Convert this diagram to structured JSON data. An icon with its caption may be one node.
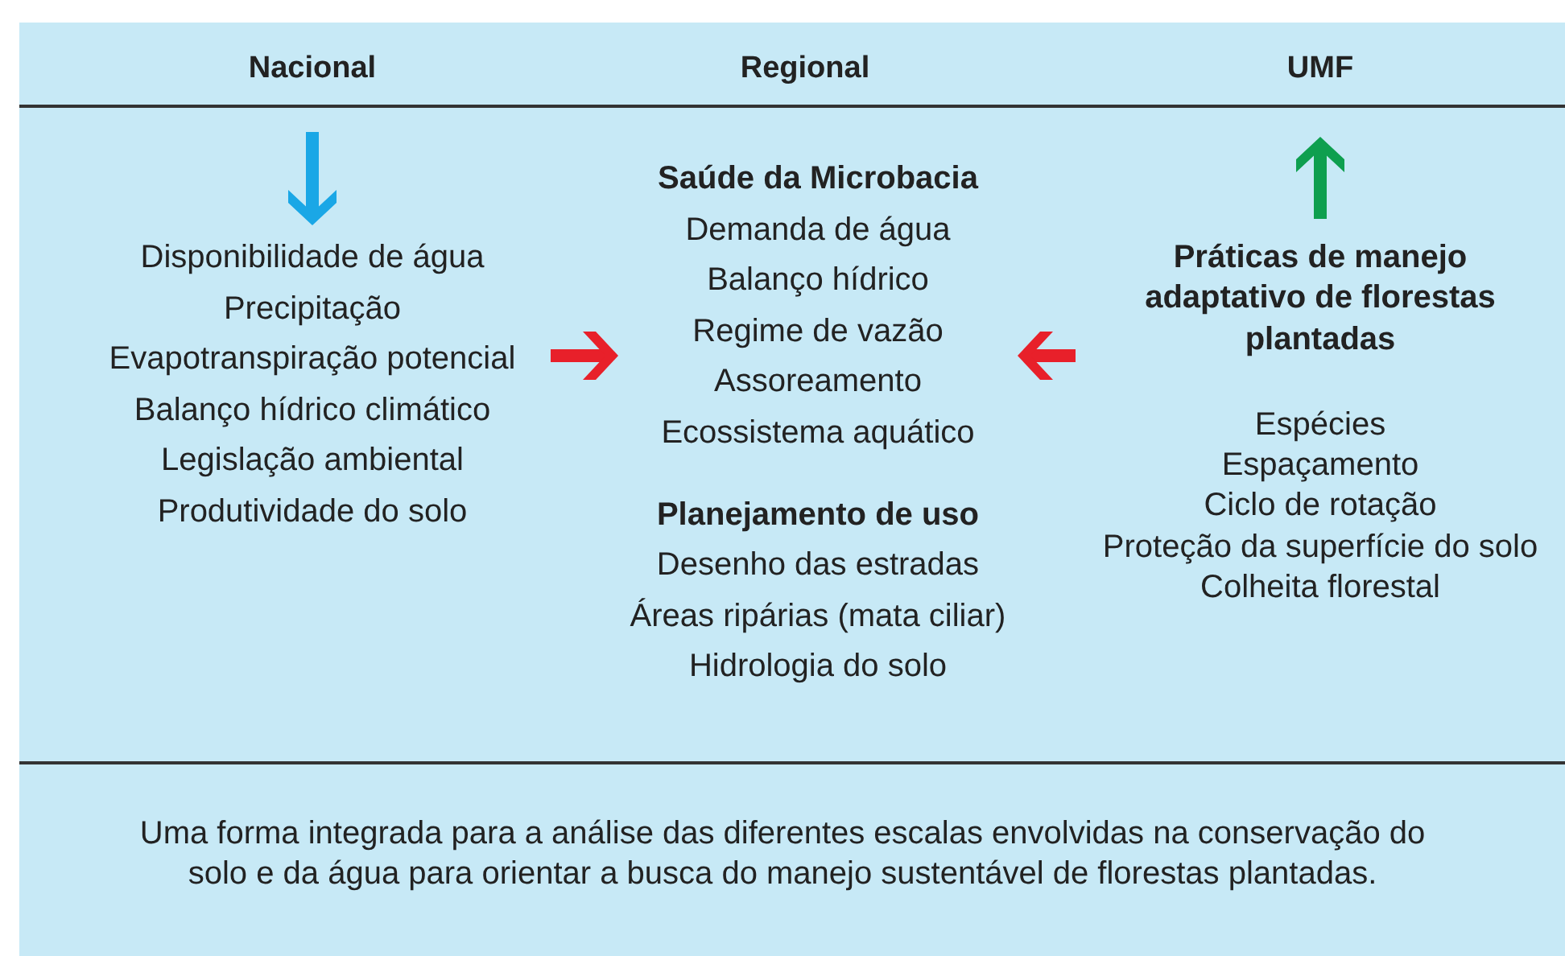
{
  "diagram": {
    "caption": "Uma forma integrada para a análise das diferentes escalas envolvidas na conservação do solo e da água para orientar a busca do manejo sustentável de florestas plantadas.",
    "nodes": [
      {
        "text": [
          "Disponibilidade de água",
          "Precipitação",
          "Evapotranspiração potencial",
          "Balanço hídrico climático",
          "Legislação ambiental",
          "Produtividade do solo"
        ]
      },
      {
        "text": [
          "Saúde da Microbacia",
          "Demanda de água",
          "Balanço hídrico",
          "Regime de vazão",
          "Assoreamento",
          "Ecossistema aquático",
          "Planejamento de uso",
          "Desenho das estradas",
          "Áreas ripárias (mata ciliar)",
          "Hidrologia do solo"
        ]
      },
      {
        "text": [
          "Práticas de manejo adaptativo de florestas plantadas",
          "Espécies",
          "Espaçamento",
          "Ciclo de rotação",
          "Proteção da superfície do solo",
          "Colheita florestal"
        ]
      }
    ],
    "edges": [
      {
        "from": null,
        "to": 0,
        "arrow": "to",
        "color": "#1aa7e6"
      },
      {
        "from": 2,
        "to": null,
        "arrow": "to",
        "color": "#0e9f4f"
      },
      {
        "from": 0,
        "to": 1,
        "arrow": "to"
      },
      {
        "from": 2,
        "to": 1,
        "arrow": "to"
      }
    ],
    "labels": [
      "Nacional",
      "Regional",
      "UMF"
    ]
  }
}
